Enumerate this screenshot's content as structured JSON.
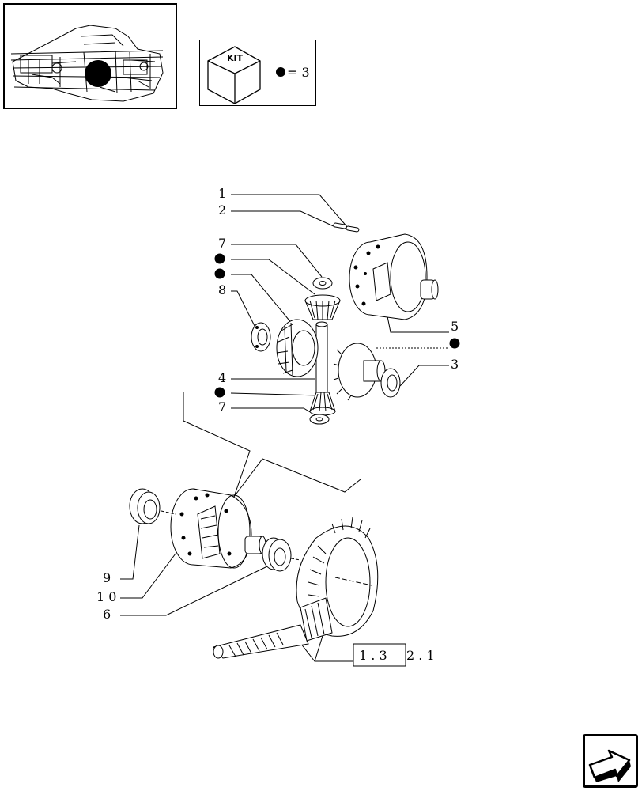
{
  "kit": {
    "badge_label": "KIT",
    "legend_text": "= 3"
  },
  "callouts": {
    "n1": "1",
    "n2": "2",
    "n7a": "7",
    "n8": "8",
    "n4": "4",
    "n7b": "7",
    "n5": "5",
    "n3": "3",
    "n9": "9",
    "n10": "1 0",
    "n6": "6"
  },
  "reference": {
    "boxed": "1 . 3",
    "rest": "2 . 1"
  },
  "colors": {
    "ink": "#000000",
    "paper": "#ffffff"
  },
  "icons": {
    "nav": "next-page-arrow-icon",
    "kit": "kit-box-icon"
  }
}
